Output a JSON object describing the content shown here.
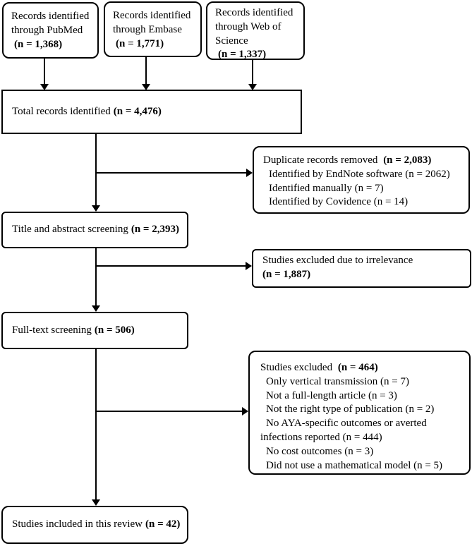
{
  "diagram": {
    "sources": [
      {
        "label": "Records identified through PubMed",
        "count": "(n = 1,368)"
      },
      {
        "label": "Records identified through Embase",
        "count": "(n = 1,771)"
      },
      {
        "label": "Records identified through Web of Science",
        "count": "(n = 1,337)"
      }
    ],
    "total": {
      "label": "Total records identified",
      "count": "(n = 4,476)"
    },
    "duplicates": {
      "label": "Duplicate records removed",
      "count": "(n = 2,083)",
      "items": [
        "Identified by EndNote software (n = 2062)",
        "Identified manually (n = 7)",
        "Identified by Covidence (n = 14)"
      ]
    },
    "title_abstract": {
      "label": "Title and abstract screening",
      "count": "(n = 2,393)"
    },
    "irrelevance": {
      "label": "Studies excluded due to irrelevance",
      "count": "(n = 1,887)"
    },
    "fulltext": {
      "label": "Full-text screening",
      "count": "(n = 506)"
    },
    "excluded": {
      "label": "Studies excluded",
      "count": "(n = 464)",
      "items": [
        "Only vertical transmission (n = 7)",
        "Not a full-length article (n = 3)",
        "Not the right type of publication (n = 2)",
        "No AYA-specific outcomes or averted infections reported (n = 444)",
        "No cost outcomes (n = 3)",
        "Did not use a mathematical model (n = 5)"
      ]
    },
    "included": {
      "label": "Studies included in this review",
      "count": "(n = 42)"
    }
  },
  "colors": {
    "border": "#000000",
    "background": "#ffffff",
    "text": "#000000"
  }
}
